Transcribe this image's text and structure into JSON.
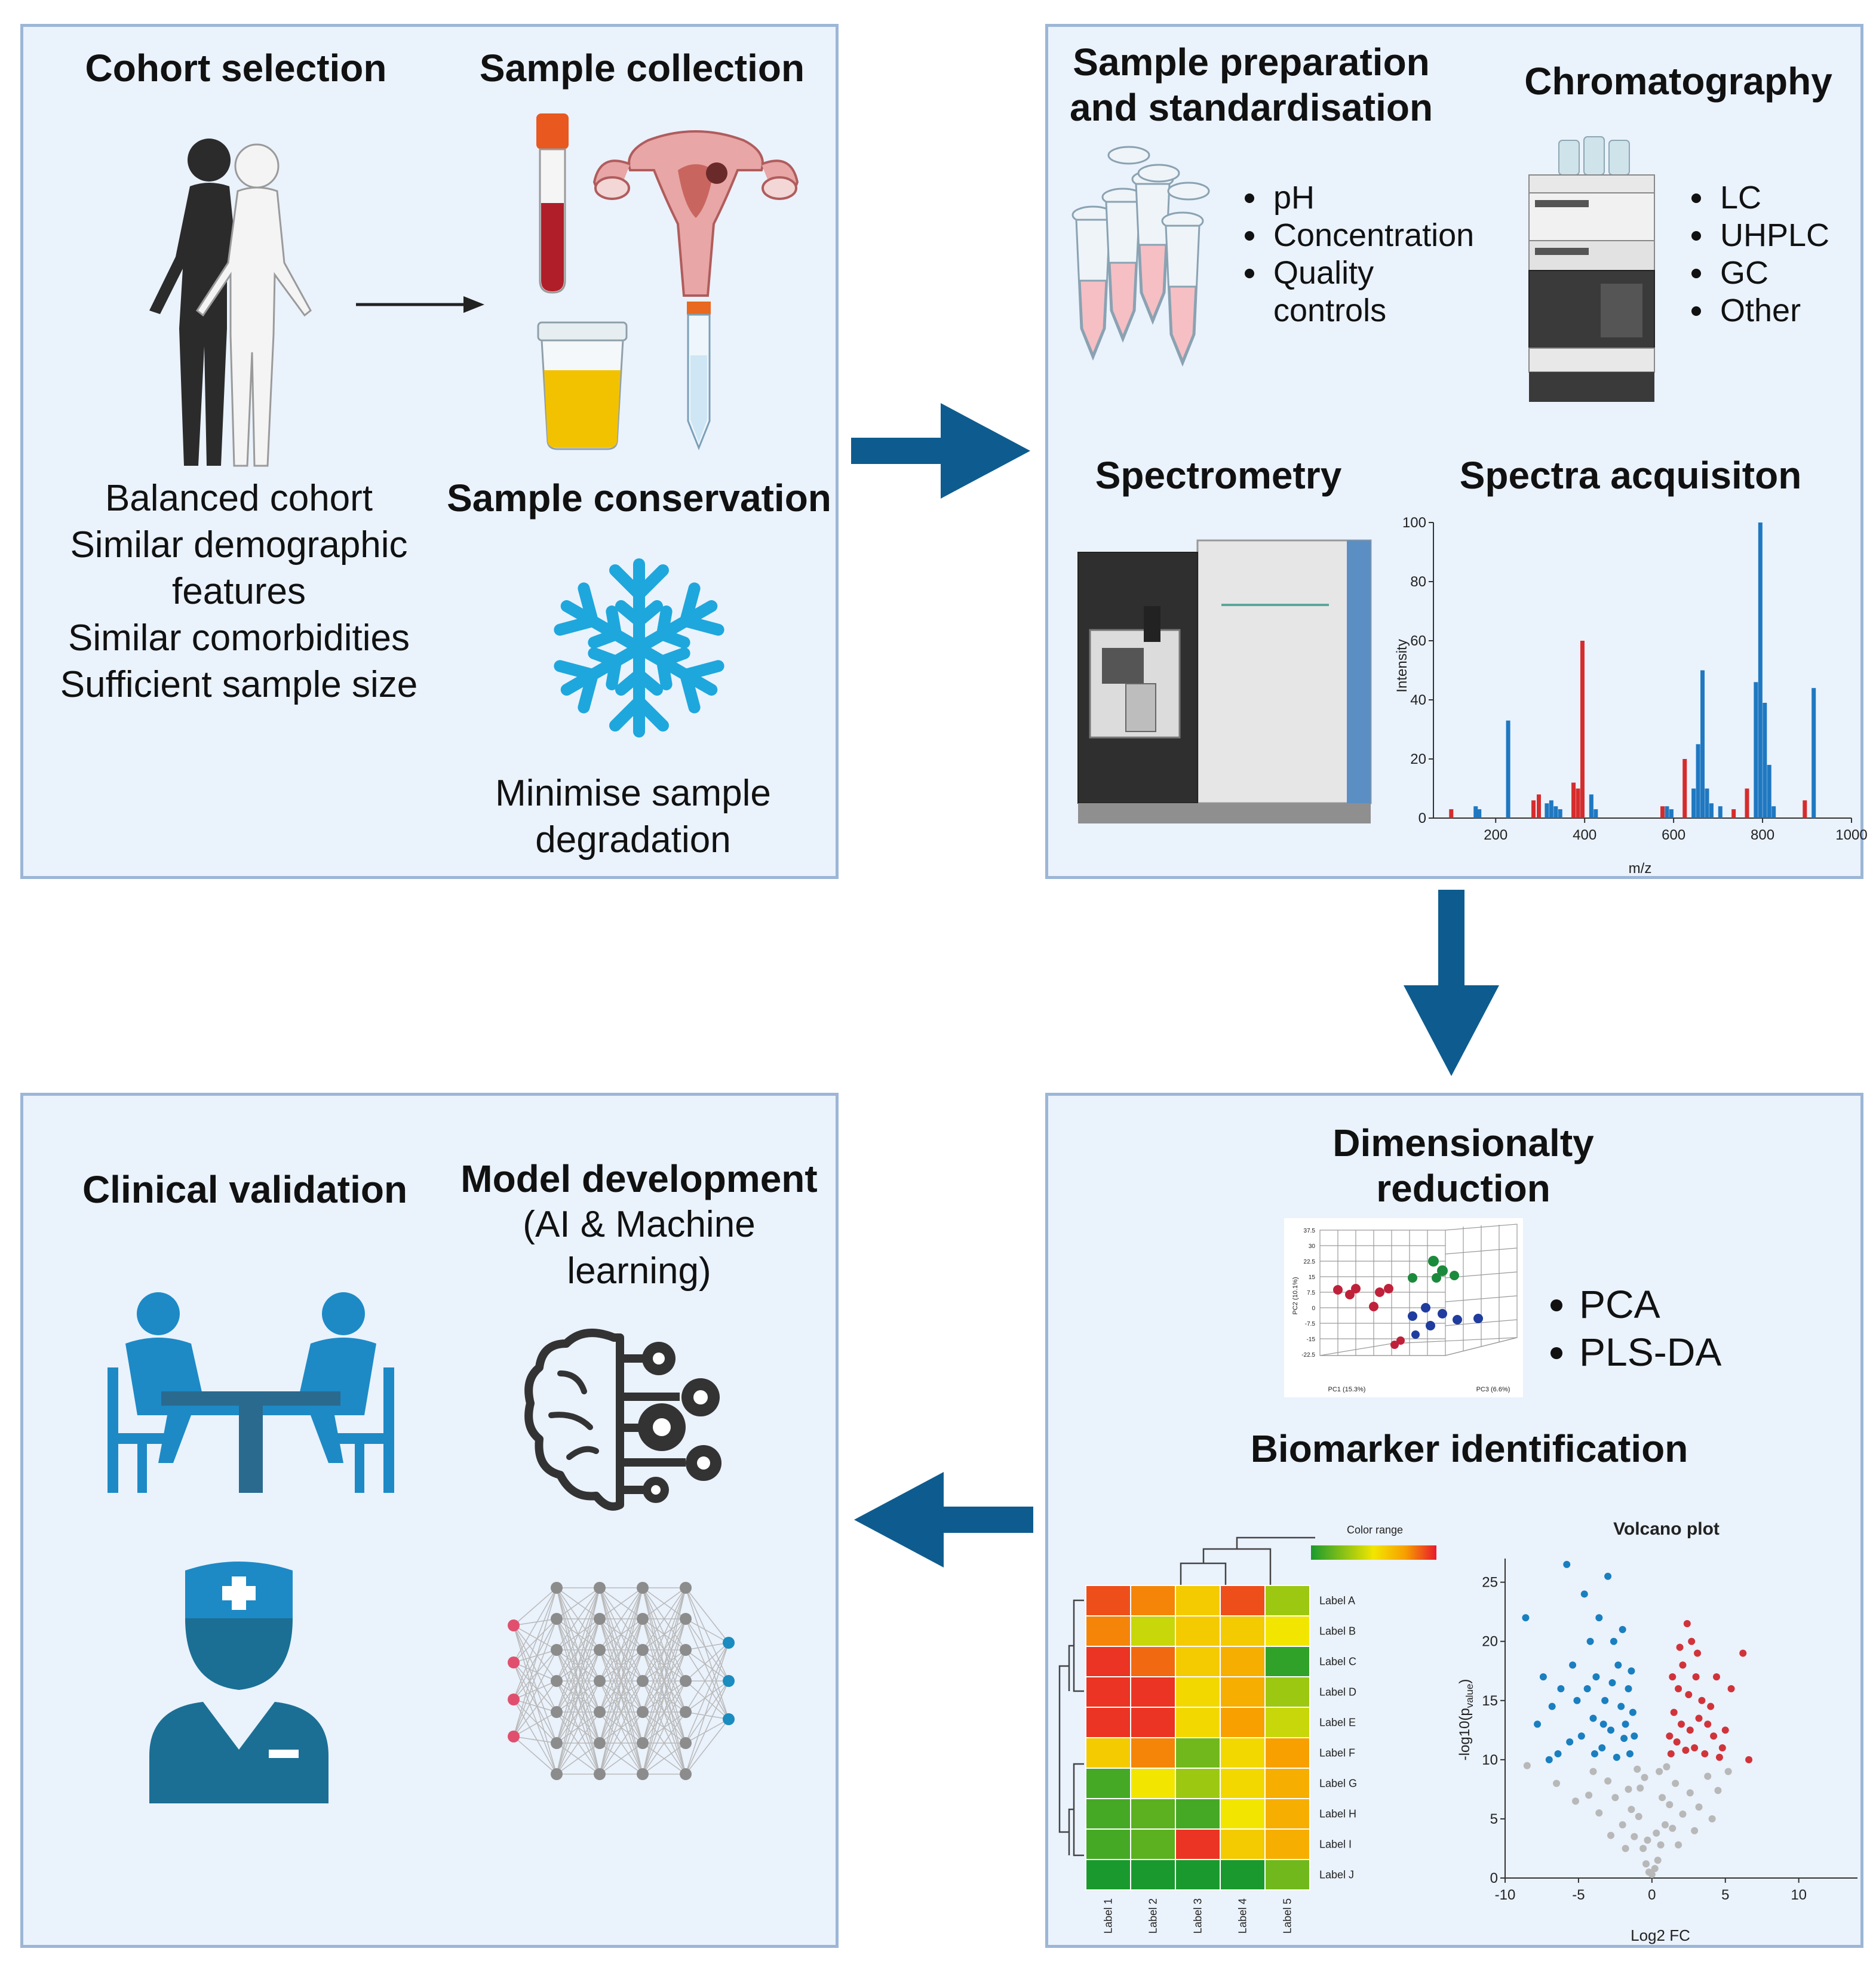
{
  "colors": {
    "panel_bg": "#eaf2fc",
    "panel_border": "#9cb6d6",
    "arrow": "#0e5c8f",
    "spectrum_blue": "#1f78c1",
    "spectrum_red": "#d62c2c",
    "snowflake": "#1ea7dc"
  },
  "panel1": {
    "cohort_title": "Cohort selection",
    "collection_title": "Sample collection",
    "cohort_lines": [
      "Balanced cohort",
      "Similar demographic",
      "features",
      "Similar comorbidities",
      "Sufficient sample size"
    ],
    "conservation_title": "Sample conservation",
    "conservation_lines": [
      "Minimise sample",
      "degradation"
    ],
    "icons": [
      "human-silhouettes-icon",
      "blood-tube-icon",
      "uterus-icon",
      "urine-cup-icon",
      "falcon-tube-icon",
      "snowflake-icon"
    ]
  },
  "panel2": {
    "prep_title_lines": [
      "Sample preparation",
      "and standardisation"
    ],
    "prep_items": [
      "pH",
      "Concentration",
      "Quality",
      "controls"
    ],
    "chrom_title": "Chromatography",
    "chrom_items": [
      "LC",
      "UHPLC",
      "GC",
      "Other"
    ],
    "spectrometry_title": "Spectrometry",
    "spectra_title": "Spectra acquisiton",
    "icons": [
      "eppendorf-tubes-icon",
      "hplc-stack-icon",
      "mass-spectrometer-icon"
    ]
  },
  "panel3": {
    "dim_title_lines": [
      "Dimensionalty",
      "reduction"
    ],
    "dim_items": [
      "PCA",
      "PLS-DA"
    ],
    "pca_axis_labels": [
      "PC2 (10.1%)",
      "PC1 (15.3%)",
      "PC3 (6.6%)"
    ],
    "pca_ticks": [
      "37.5",
      "30",
      "22.5",
      "15",
      "7.5",
      "0",
      "-7.5",
      "-15",
      "-22.5"
    ],
    "biomarker_title": "Biomarker identification",
    "heatmap_legend": "Color range",
    "heatmap_rows": [
      "Label A",
      "Label B",
      "Label C",
      "Label D",
      "Label E",
      "Label F",
      "Label G",
      "Label H",
      "Label I",
      "Label J"
    ],
    "heatmap_cols": [
      "Label 1",
      "Label 2",
      "Label 3",
      "Label 4",
      "Label 5"
    ],
    "volcano_title": "Volcano plot"
  },
  "panel4": {
    "clinical_title": "Clinical validation",
    "model_title": "Model development",
    "model_sub_lines": [
      "(AI & Machine",
      "learning)"
    ],
    "icons": [
      "consultation-icon",
      "nurse-icon",
      "brain-gears-icon",
      "neural-network-icon"
    ]
  },
  "chart_data": [
    {
      "type": "bar",
      "title": "",
      "xlabel": "m/z",
      "ylabel": "Intensity",
      "xlim": [
        60,
        1000
      ],
      "ylim": [
        0,
        100
      ],
      "xticks": [
        200,
        400,
        600,
        800,
        1000
      ],
      "yticks": [
        0,
        20,
        40,
        60,
        80,
        100
      ],
      "series": [
        {
          "color": "#1f78c1",
          "x": [
            155,
            163,
            228,
            315,
            325,
            335,
            345,
            395,
            415,
            425,
            585,
            595,
            645,
            655,
            665,
            675,
            685,
            705,
            785,
            795,
            805,
            815,
            825,
            915
          ],
          "values": [
            4,
            3,
            33,
            5,
            6,
            4,
            3,
            9,
            8,
            3,
            4,
            3,
            10,
            25,
            50,
            10,
            5,
            4,
            46,
            100,
            39,
            18,
            4,
            44
          ]
        },
        {
          "color": "#d62c2c",
          "x": [
            100,
            285,
            297,
            375,
            385,
            395,
            575,
            625,
            735,
            765,
            895
          ],
          "values": [
            3,
            6,
            8,
            12,
            10,
            60,
            4,
            20,
            3,
            10,
            6
          ]
        }
      ]
    },
    {
      "type": "heatmap",
      "title": "",
      "legend_title": "Color range",
      "rows": [
        "Label A",
        "Label B",
        "Label C",
        "Label D",
        "Label E",
        "Label F",
        "Label G",
        "Label H",
        "Label I",
        "Label J"
      ],
      "cols": [
        "Label 1",
        "Label 2",
        "Label 3",
        "Label 4",
        "Label 5"
      ],
      "values": [
        [
          0.9,
          0.8,
          0.6,
          0.9,
          0.3
        ],
        [
          0.8,
          0.4,
          0.6,
          0.6,
          0.5
        ],
        [
          0.95,
          0.85,
          0.6,
          0.7,
          0.05
        ],
        [
          0.95,
          0.95,
          0.55,
          0.7,
          0.3
        ],
        [
          0.95,
          0.95,
          0.55,
          0.75,
          0.4
        ],
        [
          0.6,
          0.8,
          0.2,
          0.55,
          0.75
        ],
        [
          0.1,
          0.5,
          0.3,
          0.55,
          0.7
        ],
        [
          0.1,
          0.15,
          0.1,
          0.5,
          0.7
        ],
        [
          0.1,
          0.15,
          0.95,
          0.6,
          0.7
        ],
        [
          0.0,
          0.0,
          0.0,
          0.0,
          0.2
        ]
      ]
    },
    {
      "type": "scatter",
      "title": "Volcano plot",
      "xlabel": "Log2 FC",
      "ylabel": "-log10(p_value)",
      "xlim": [
        -10,
        14
      ],
      "ylim": [
        0,
        27
      ],
      "xticks": [
        -10,
        -5,
        0,
        5,
        10
      ],
      "yticks": [
        0,
        5,
        10,
        15,
        20,
        25
      ],
      "series": [
        {
          "color": "#1a7fbf",
          "points": [
            [
              -8.6,
              22
            ],
            [
              -7.8,
              13
            ],
            [
              -7.4,
              17
            ],
            [
              -6.8,
              14.5
            ],
            [
              -6.2,
              16
            ],
            [
              -5.8,
              26.5
            ],
            [
              -5.4,
              18
            ],
            [
              -4.6,
              24
            ],
            [
              -4.2,
              20
            ],
            [
              -3.8,
              17
            ],
            [
              -3.6,
              22
            ],
            [
              -3.2,
              15
            ],
            [
              -3.0,
              25.5
            ],
            [
              -2.6,
              20
            ],
            [
              -2.3,
              18
            ],
            [
              -2.0,
              21
            ],
            [
              -1.6,
              16
            ],
            [
              -1.3,
              14
            ],
            [
              -4.8,
              12
            ],
            [
              -6.4,
              10.5
            ],
            [
              -5.6,
              11.5
            ],
            [
              -7.0,
              10
            ],
            [
              -4.0,
              13.5
            ],
            [
              -3.4,
              11
            ],
            [
              -2.8,
              12.5
            ],
            [
              -2.4,
              10.2
            ],
            [
              -1.9,
              11.8
            ],
            [
              -1.5,
              10.5
            ],
            [
              -1.2,
              12
            ],
            [
              -3.9,
              10.5
            ],
            [
              -2.1,
              14.5
            ],
            [
              -2.7,
              16.5
            ],
            [
              -3.3,
              13
            ],
            [
              -1.8,
              13
            ],
            [
              -1.4,
              17.5
            ],
            [
              -5.1,
              15
            ],
            [
              -4.4,
              16
            ]
          ]
        },
        {
          "color": "#d0343a",
          "points": [
            [
              1.2,
              12
            ],
            [
              1.5,
              14
            ],
            [
              1.8,
              16
            ],
            [
              2.1,
              18
            ],
            [
              2.4,
              21.5
            ],
            [
              2.7,
              20
            ],
            [
              3.0,
              17
            ],
            [
              3.4,
              15
            ],
            [
              3.8,
              13
            ],
            [
              4.2,
              12
            ],
            [
              4.8,
              11
            ],
            [
              5.4,
              16
            ],
            [
              6.2,
              19
            ],
            [
              6.6,
              10
            ],
            [
              1.3,
              10.5
            ],
            [
              1.7,
              11.5
            ],
            [
              2.0,
              13
            ],
            [
              2.3,
              10.8
            ],
            [
              2.6,
              12.5
            ],
            [
              2.9,
              11
            ],
            [
              3.2,
              13.5
            ],
            [
              3.6,
              10.5
            ],
            [
              4.0,
              14.5
            ],
            [
              4.6,
              10.2
            ],
            [
              5.0,
              12.5
            ],
            [
              1.9,
              19.5
            ],
            [
              2.5,
              15.5
            ],
            [
              3.1,
              19
            ],
            [
              1.4,
              17
            ],
            [
              4.4,
              17
            ]
          ]
        },
        {
          "color": "#b8b8b8",
          "points": [
            [
              -8.5,
              9.5
            ],
            [
              -6.5,
              8
            ],
            [
              -5.2,
              6.5
            ],
            [
              -4.3,
              7
            ],
            [
              -3.6,
              5.5
            ],
            [
              -3.0,
              8.2
            ],
            [
              -2.5,
              6.8
            ],
            [
              -2.0,
              4.5
            ],
            [
              -1.6,
              7.5
            ],
            [
              -1.2,
              3.5
            ],
            [
              -0.9,
              5.2
            ],
            [
              -0.6,
              2.5
            ],
            [
              -0.4,
              1.2
            ],
            [
              -0.2,
              0.5
            ],
            [
              0.0,
              0.3
            ],
            [
              0.2,
              0.8
            ],
            [
              0.4,
              1.5
            ],
            [
              0.6,
              2.8
            ],
            [
              0.9,
              4.5
            ],
            [
              1.2,
              6.2
            ],
            [
              1.6,
              8.0
            ],
            [
              2.1,
              5.4
            ],
            [
              2.6,
              7.2
            ],
            [
              3.2,
              6.0
            ],
            [
              3.8,
              8.6
            ],
            [
              4.5,
              7.4
            ],
            [
              5.2,
              9.0
            ],
            [
              -1.0,
              9.2
            ],
            [
              1.0,
              9.4
            ],
            [
              -0.8,
              7.6
            ],
            [
              0.7,
              6.8
            ],
            [
              -0.3,
              3.2
            ],
            [
              0.3,
              3.8
            ],
            [
              -1.8,
              2.5
            ],
            [
              1.8,
              2.8
            ],
            [
              -2.8,
              3.6
            ],
            [
              2.9,
              4.0
            ],
            [
              -4.0,
              9.0
            ],
            [
              4.1,
              5.0
            ],
            [
              -0.5,
              8.5
            ],
            [
              0.5,
              9.0
            ],
            [
              -1.4,
              5.8
            ],
            [
              1.4,
              4.2
            ]
          ]
        }
      ]
    }
  ]
}
